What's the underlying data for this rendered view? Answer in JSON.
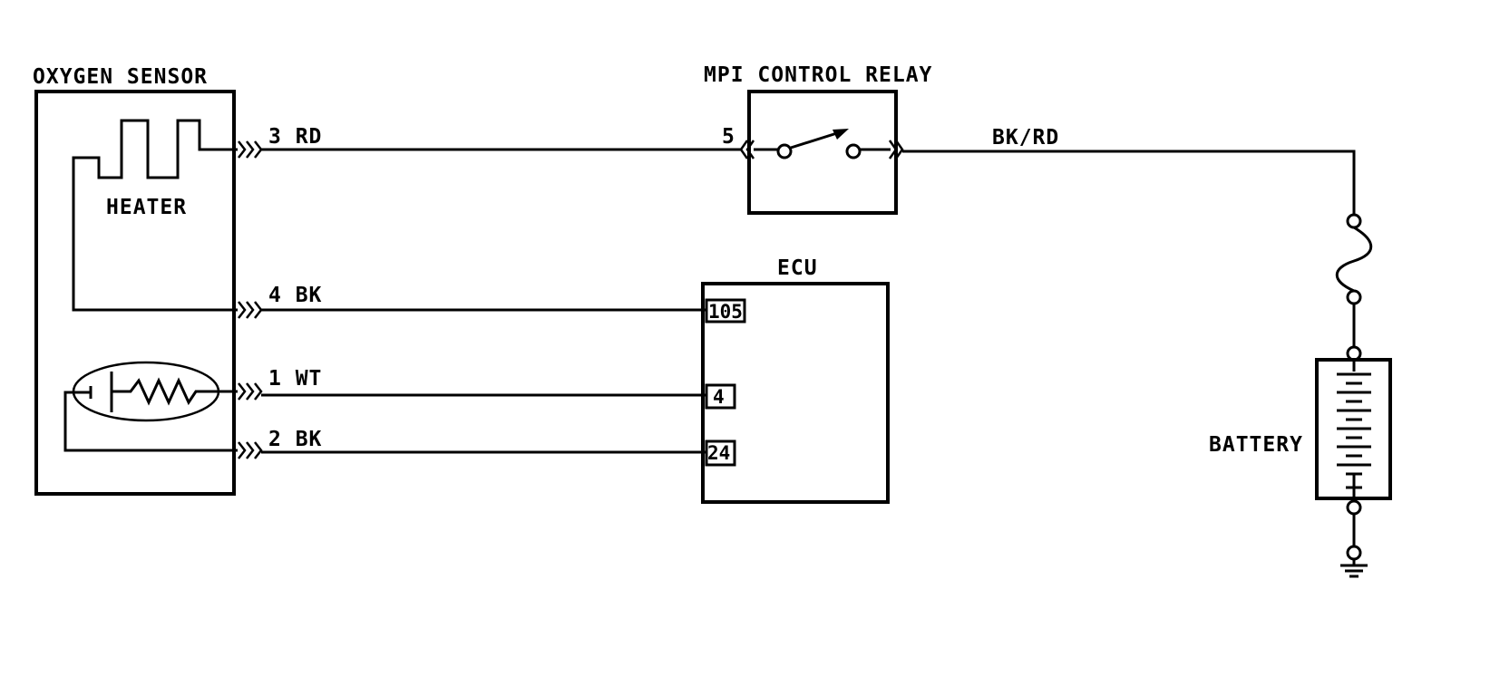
{
  "components": {
    "oxygen_sensor": {
      "label": "OXYGEN SENSOR",
      "heater_label": "HEATER"
    },
    "relay": {
      "label": "MPI CONTROL RELAY",
      "pin": "5"
    },
    "ecu": {
      "label": "ECU",
      "pins": [
        "105",
        "4",
        "24"
      ]
    },
    "battery": {
      "label": "BATTERY"
    }
  },
  "wires": [
    {
      "pin": "3",
      "color": "RD",
      "label": "3 RD"
    },
    {
      "pin": "4",
      "color": "BK",
      "label": "4 BK"
    },
    {
      "pin": "1",
      "color": "WT",
      "label": "1 WT"
    },
    {
      "pin": "2",
      "color": "BK",
      "label": "2 BK"
    },
    {
      "label": "BK/RD"
    }
  ]
}
